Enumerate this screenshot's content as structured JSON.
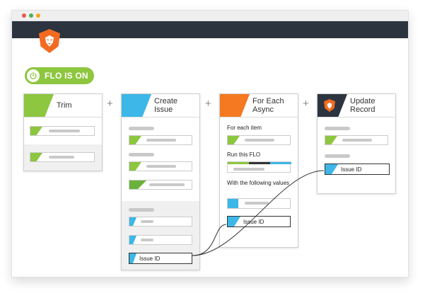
{
  "colors": {
    "green": "#8dc63f",
    "green_dark": "#6ab23a",
    "blue": "#3db6e8",
    "orange": "#f47920",
    "dark": "#2c3440",
    "logo_orange": "#f26b21"
  },
  "window": {
    "dots": [
      "#e85a4f",
      "#f5a623",
      "#4caf50"
    ]
  },
  "header": {
    "logo_icon": "lion-logo-icon"
  },
  "toggle": {
    "label": "FLO IS ON",
    "icon": "power-icon"
  },
  "cards": {
    "trim": {
      "title": "Trim"
    },
    "create_issue": {
      "title": "Create Issue",
      "output_field": "Issue ID"
    },
    "for_each_async": {
      "title": "For Each Async",
      "for_each_label": "For each item",
      "run_label": "Run this FLO",
      "with_label": "With the following values",
      "input_field": "Issue ID"
    },
    "update_record": {
      "title": "Update Record",
      "input_field": "Issue ID"
    }
  },
  "plus_icons": [
    "+",
    "+",
    "+"
  ],
  "progress_segments": [
    "#8dc63f",
    "#333333",
    "#3db6e8"
  ]
}
